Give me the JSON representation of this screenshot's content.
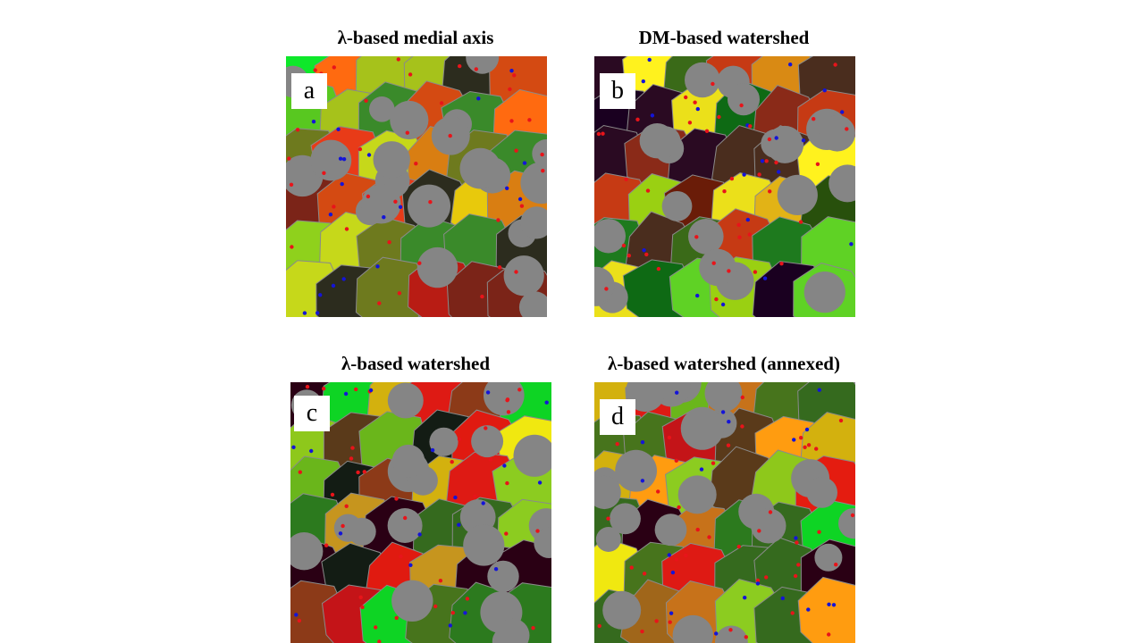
{
  "panels": [
    {
      "id": "a",
      "title": "λ-based medial axis",
      "label": "a",
      "palette": [
        "#8fd11c",
        "#c6d81a",
        "#d97e12",
        "#e8c90c",
        "#2c2c1e",
        "#7b2418",
        "#6e7a1e",
        "#d44a12",
        "#58c820",
        "#ff6a10",
        "#b81c14",
        "#3a8a2a",
        "#78651a",
        "#9be018",
        "#e83b18",
        "#46c925",
        "#0ee82a",
        "#a6c21b"
      ]
    },
    {
      "id": "b",
      "title": "DM-based watershed",
      "label": "b",
      "palette": [
        "#6a1c08",
        "#272a16",
        "#3a6a18",
        "#ebe01a",
        "#e2b316",
        "#1a0020",
        "#1e7a1e",
        "#d98a14",
        "#9ad012",
        "#0e6a14",
        "#4a2d1e",
        "#c63a14",
        "#28500c",
        "#fff21e",
        "#8a2a18",
        "#ad1f1a",
        "#5fd225",
        "#2a0a22"
      ]
    },
    {
      "id": "c",
      "title": "λ-based watershed",
      "label": "c",
      "palette": [
        "#e01a10",
        "#131c14",
        "#8ec81b",
        "#6ab61b",
        "#d3b10e",
        "#47741c",
        "#5a3a1a",
        "#2c7a1e",
        "#f0e810",
        "#de1a14",
        "#0ed424",
        "#2a0014",
        "#b57e1a",
        "#8c3a18",
        "#c41418",
        "#8ccc20",
        "#356a1e",
        "#c6951e"
      ]
    },
    {
      "id": "d",
      "title": "λ-based watershed (annexed)",
      "label": "d",
      "palette": [
        "#e41c10",
        "#131c14",
        "#8ec81b",
        "#6ab61b",
        "#d3b10e",
        "#47741c",
        "#5a3a1a",
        "#2c7a1e",
        "#f0e810",
        "#de1a14",
        "#0ed424",
        "#2a0014",
        "#c7721a",
        "#a0661a",
        "#c41418",
        "#8ccc20",
        "#356a1e",
        "#ff9c10"
      ]
    }
  ]
}
